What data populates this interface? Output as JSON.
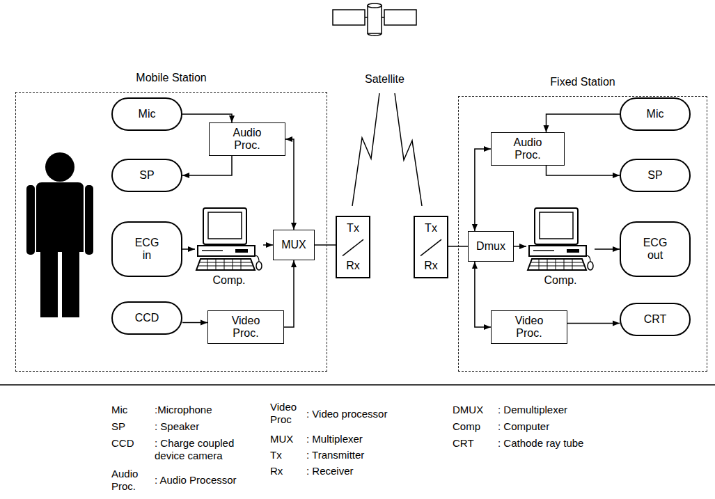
{
  "diagram": {
    "nodes": [
      {
        "text": [
          "Mobile Station"
        ]
      },
      {
        "text": [
          "Mic"
        ],
        "in": 0
      },
      {
        "text": [
          "Audio Proc."
        ],
        "in": 0
      },
      {
        "text": [
          "SP"
        ],
        "in": 0
      },
      {
        "text": [
          "ECG in"
        ],
        "in": 0
      },
      {
        "text": [
          "Comp."
        ],
        "in": 0
      },
      {
        "text": [
          "MUX"
        ],
        "in": 0
      },
      {
        "text": [
          "CCD"
        ],
        "in": 0
      },
      {
        "text": [
          "Video Proc."
        ],
        "in": 0
      },
      {
        "text": [
          "Tx",
          "Rx"
        ]
      },
      {
        "text": [
          "Tx",
          "Rx"
        ]
      },
      {
        "text": [
          "Fixed Station"
        ]
      },
      {
        "text": [
          "Audio Proc."
        ],
        "in": 11
      },
      {
        "text": [
          "Mic"
        ],
        "in": 11
      },
      {
        "text": [
          "SP"
        ],
        "in": 11
      },
      {
        "text": [
          "Dmux"
        ],
        "in": 11
      },
      {
        "text": [
          "Comp."
        ],
        "in": 11
      },
      {
        "text": [
          "ECG out"
        ],
        "in": 11
      },
      {
        "text": [
          "Video Proc."
        ],
        "in": 11
      },
      {
        "text": [
          "CRT"
        ],
        "in": 11
      }
    ],
    "edges": [
      {
        "from": 1,
        "to": 2,
        "arrow": "to"
      },
      {
        "from": 2,
        "to": 3,
        "arrow": "to"
      },
      {
        "from": 2,
        "to": 6,
        "arrow": "both"
      },
      {
        "from": 4,
        "to": 5,
        "arrow": "to"
      },
      {
        "from": 5,
        "to": 6,
        "arrow": "to"
      },
      {
        "from": 7,
        "to": 8,
        "arrow": "to"
      },
      {
        "from": 8,
        "to": 6,
        "arrow": "to"
      },
      {
        "from": 6,
        "to": 9,
        "arrow": "none"
      },
      {
        "from": 10,
        "to": 15,
        "arrow": "none"
      },
      {
        "from": 15,
        "to": 12,
        "arrow": "both"
      },
      {
        "from": 13,
        "to": 12,
        "arrow": "to"
      },
      {
        "from": 12,
        "to": 14,
        "arrow": "to"
      },
      {
        "from": 15,
        "to": 16,
        "arrow": "to"
      },
      {
        "from": 16,
        "to": 17,
        "arrow": "to"
      },
      {
        "from": 15,
        "to": 18,
        "arrow": "both"
      },
      {
        "from": 18,
        "to": 19,
        "arrow": "to"
      }
    ],
    "labels": [
      "Satellite",
      "Mic",
      ":Microphone",
      "SP",
      ": Speaker",
      "CCD",
      ": Charge coupled device camera",
      "Audio Proc.",
      ": Audio Processor",
      "Video Proc",
      ": Video processor",
      "MUX",
      ": Multiplexer",
      "Tx",
      ": Transmitter",
      "Rx",
      ": Receiver",
      "DMUX",
      ": Demultiplexer",
      "Comp",
      ": Computer",
      "CRT",
      ": Cathode ray tube"
    ]
  }
}
